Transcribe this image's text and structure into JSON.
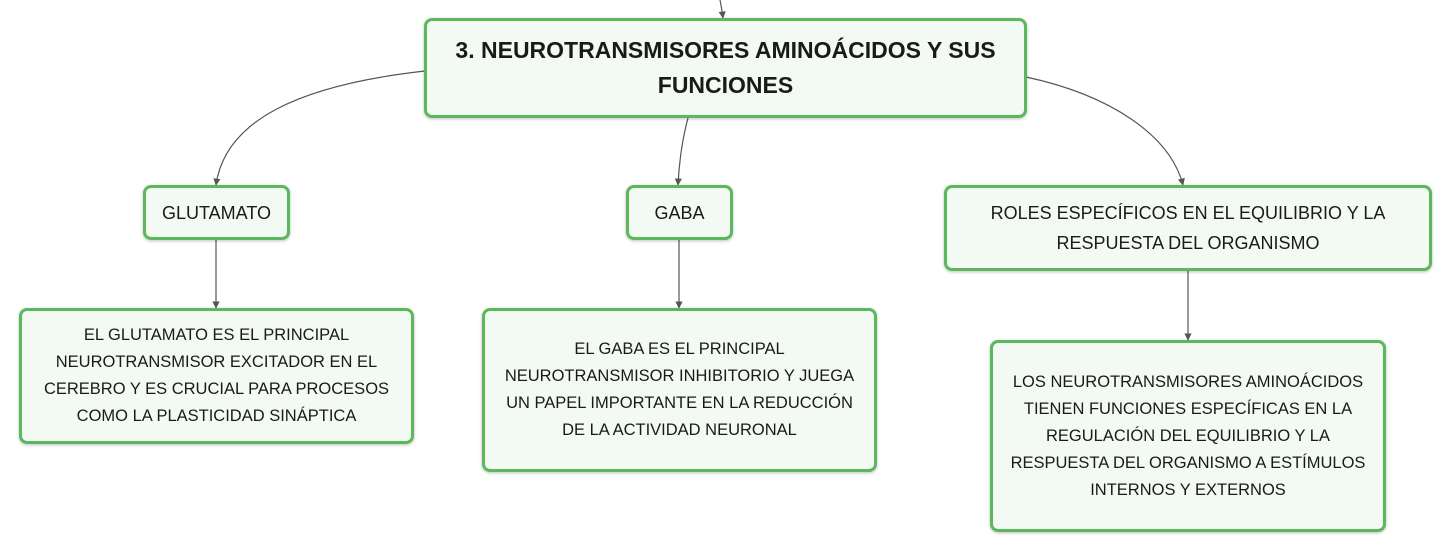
{
  "root": {
    "label": "3. NEUROTRANSMISORES AMINOÁCIDOS Y SUS FUNCIONES"
  },
  "topics": [
    {
      "label": "GLUTAMATO",
      "detail": "EL GLUTAMATO ES EL PRINCIPAL NEUROTRANSMISOR EXCITADOR EN EL CEREBRO Y ES CRUCIAL PARA PROCESOS COMO LA PLASTICIDAD SINÁPTICA"
    },
    {
      "label": "GABA",
      "detail": "EL GABA ES EL PRINCIPAL NEUROTRANSMISOR INHIBITORIO Y JUEGA UN PAPEL IMPORTANTE EN LA REDUCCIÓN DE LA ACTIVIDAD NEURONAL"
    },
    {
      "label": "ROLES ESPECÍFICOS EN EL EQUILIBRIO Y LA RESPUESTA DEL ORGANISMO",
      "detail": "LOS NEUROTRANSMISORES AMINOÁCIDOS TIENEN FUNCIONES ESPECÍFICAS EN LA REGULACIÓN DEL EQUILIBRIO Y LA RESPUESTA DEL ORGANISMO A ESTÍMULOS INTERNOS Y EXTERNOS"
    }
  ],
  "colors": {
    "node_border": "#5cb85c",
    "node_fill": "#f3faf4",
    "connector": "#555555"
  }
}
